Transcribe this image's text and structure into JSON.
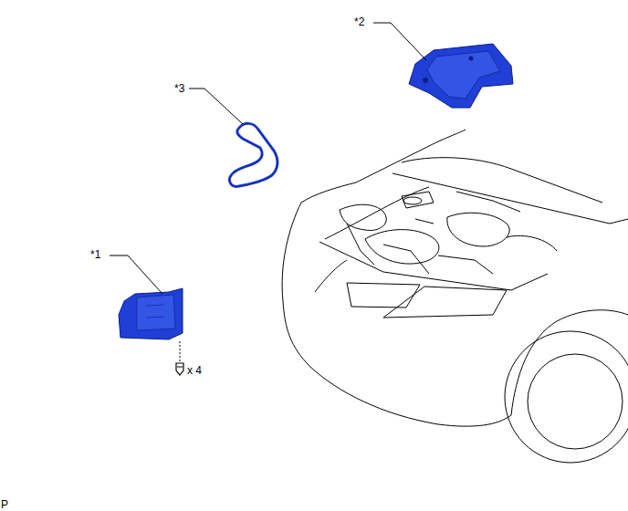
{
  "diagram": {
    "labels": [
      "*2",
      "*3",
      "*1",
      "x 4",
      "P"
    ]
  }
}
